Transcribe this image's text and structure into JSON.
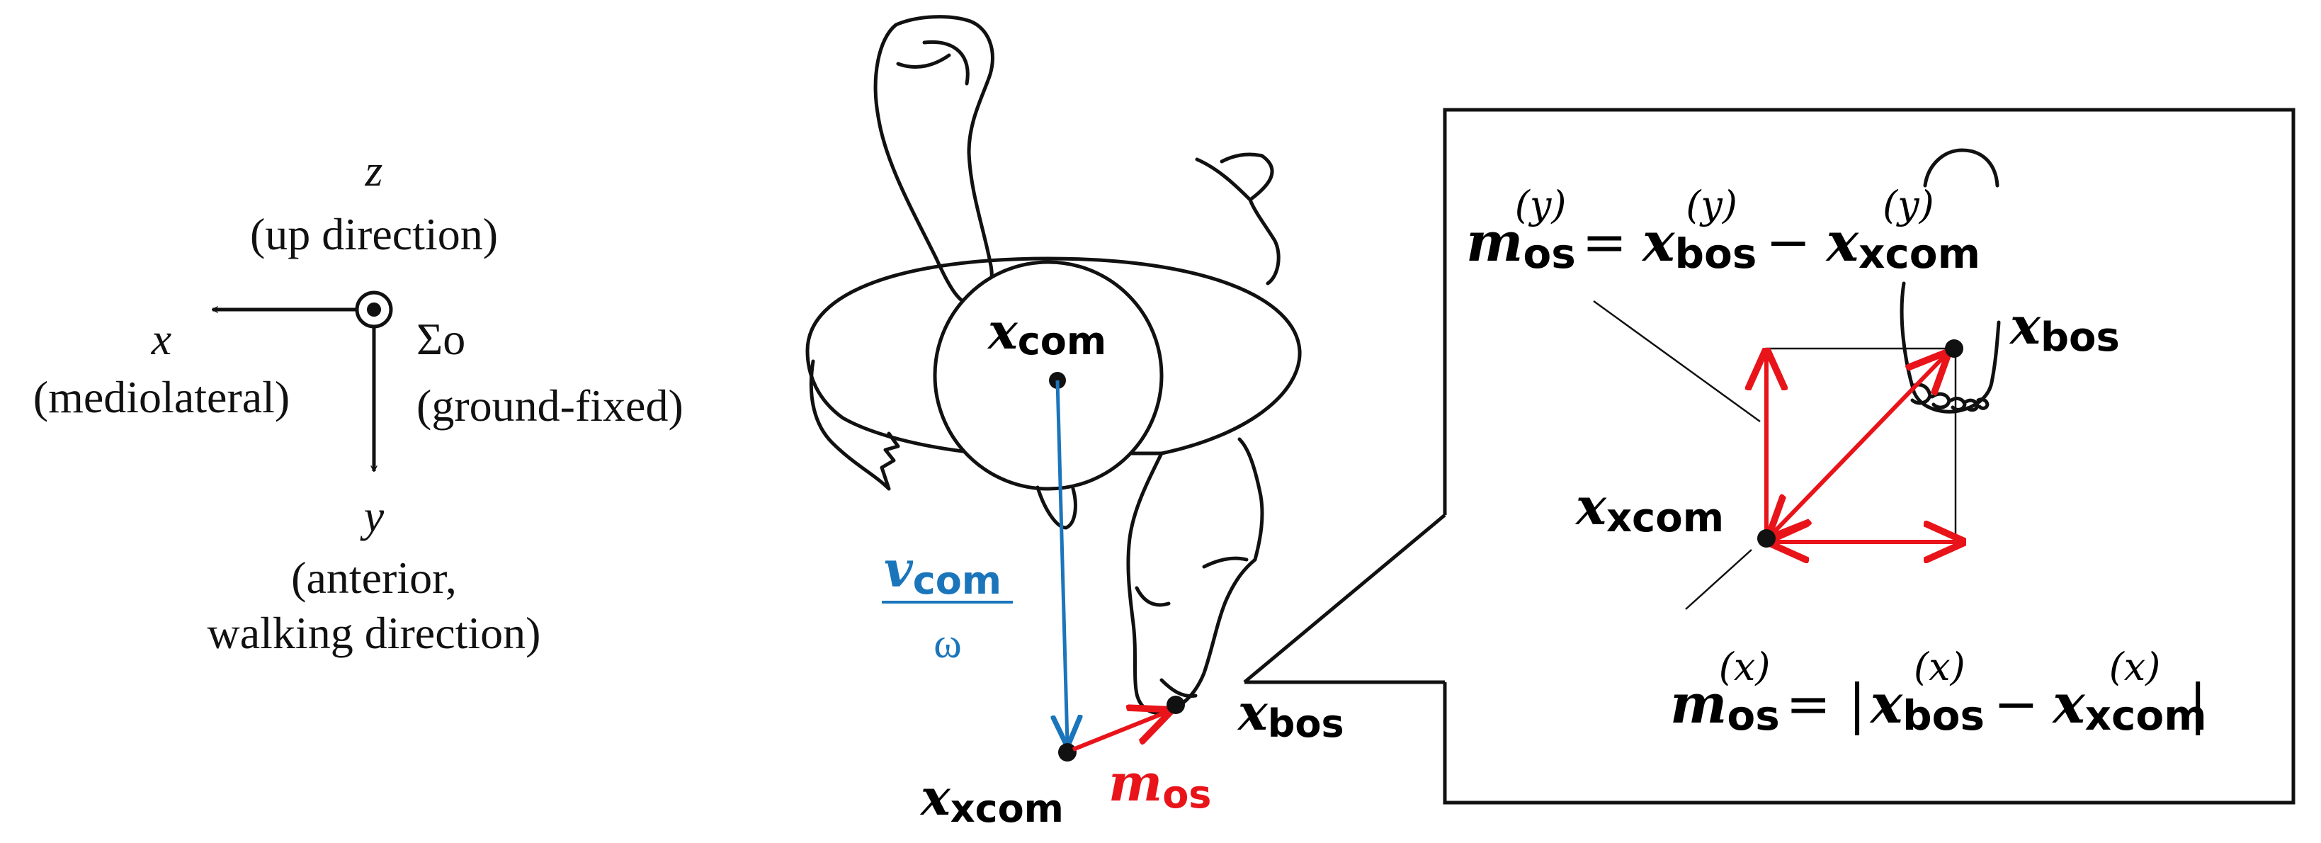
{
  "axes": {
    "z": "z",
    "z_desc": "(up direction)",
    "x": "x",
    "x_desc": "(mediolateral)",
    "frame": "Σo",
    "frame_desc": "(ground-fixed)",
    "y": "y",
    "y_desc_1": "(anterior,",
    "y_desc_2": "walking direction)"
  },
  "body_labels": {
    "x_com_base": "x",
    "x_com_sub": "com",
    "v_com_base": "v",
    "v_com_sub": "com",
    "omega": "ω",
    "x_xcom_base": "x",
    "x_xcom_sub": "xcom",
    "m_os_base": "m",
    "m_os_sub": "os",
    "x_bos_base": "x",
    "x_bos_sub": "bos"
  },
  "inset": {
    "eq_y": {
      "lhs_base": "m",
      "lhs_sub": "os",
      "lhs_sup": "(y)",
      "eq": "=",
      "a_base": "x",
      "a_sub": "bos",
      "a_sup": "(y)",
      "minus": "−",
      "b_base": "x",
      "b_sub": "xcom",
      "b_sup": "(y)"
    },
    "x_bos_base": "x",
    "x_bos_sub": "bos",
    "x_xcom_base": "x",
    "x_xcom_sub": "xcom",
    "eq_x": {
      "lhs_base": "m",
      "lhs_sub": "os",
      "lhs_sup": "(x)",
      "eq": "= |",
      "a_base": "x",
      "a_sub": "bos",
      "a_sup": "(x)",
      "minus": "−",
      "b_base": "x",
      "b_sub": "xcom",
      "b_sup": "(x)",
      "close": "|"
    }
  },
  "colors": {
    "ink": "#111111",
    "red": "#e8141a",
    "blue": "#1b75bb"
  }
}
